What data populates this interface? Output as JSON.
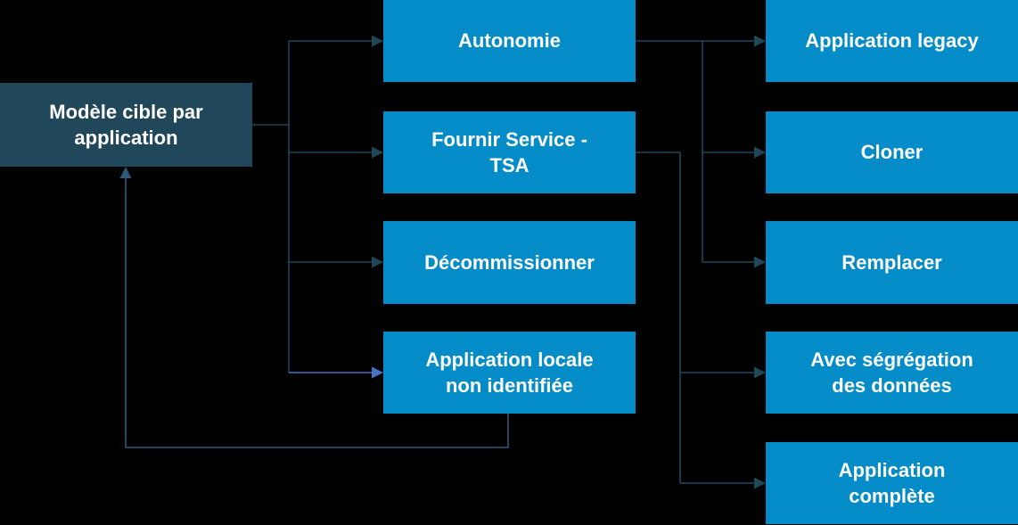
{
  "diagram": {
    "root": {
      "label": "Modèle cible par\napplication"
    },
    "level1": [
      {
        "label": "Autonomie"
      },
      {
        "label": "Fournir Service -\nTSA"
      },
      {
        "label": "Décommissionner"
      },
      {
        "label": "Application locale\nnon identifiée"
      }
    ],
    "level2": [
      {
        "label": "Application legacy"
      },
      {
        "label": "Cloner"
      },
      {
        "label": "Remplacer"
      },
      {
        "label": "Avec ségrégation\ndes données"
      },
      {
        "label": "Application\ncomplète"
      }
    ],
    "colors": {
      "background": "#000000",
      "root_fill": "#21475A",
      "node_fill": "#048CC8",
      "text": "#FFFFFF",
      "connector": "#1F4757",
      "loop_connector": "#2E5977",
      "highlight_connector": "#4472C4"
    }
  }
}
